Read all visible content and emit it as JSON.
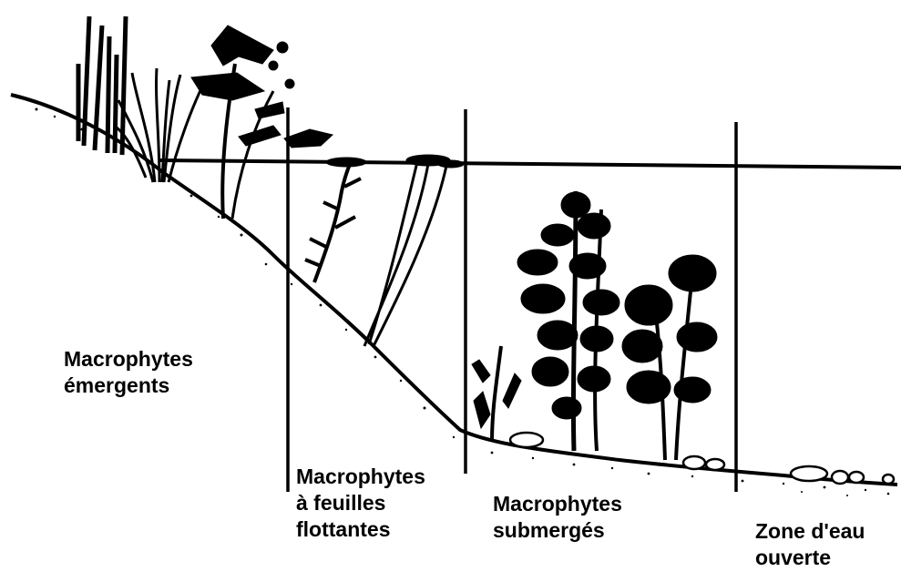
{
  "colors": {
    "ink": "#000000",
    "background": "#ffffff"
  },
  "zones": [
    {
      "id": "emergent",
      "line1": "Macrophytes",
      "line2": "émergents"
    },
    {
      "id": "floating",
      "line1": "Macrophytes",
      "line2": "à feuilles",
      "line3": "flottantes"
    },
    {
      "id": "submerged",
      "line1": "Macrophytes",
      "line2": "submergés"
    },
    {
      "id": "open",
      "line1": "Zone d'eau",
      "line2": "ouverte"
    }
  ]
}
